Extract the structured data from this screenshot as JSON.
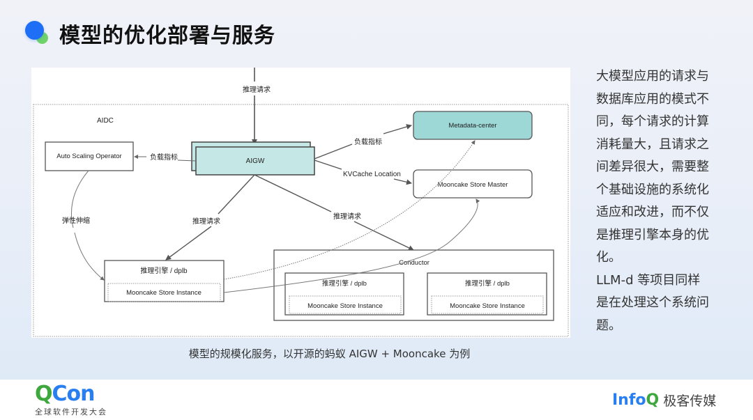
{
  "slide": {
    "title": "模型的优化部署与服务",
    "caption": "模型的规模化服务，以开源的蚂蚁 AIGW + Mooncake 为例"
  },
  "diagram": {
    "region_label": "AIDC",
    "nodes": {
      "aigw": "AIGW",
      "auto_scaling": "Auto Scaling Operator",
      "metadata_center": "Metadata-center",
      "mooncake_master": "Mooncake Store Master",
      "engine_left": "推理引擎 / dplb",
      "engine_left_instance": "Mooncake Store Instance",
      "conductor": "Conductor",
      "engine_mid": "推理引擎 / dplb",
      "engine_mid_instance": "Mooncake Store Instance",
      "engine_right": "推理引擎 / dplb",
      "engine_right_instance": "Mooncake Store Instance"
    },
    "edges": {
      "incoming_request": "推理请求",
      "aigw_to_autoscaling": "负载指标",
      "aigw_to_metadata": "负载指标",
      "aigw_to_master": "KVCache Location",
      "autoscaling_to_engine": "弹性伸缩",
      "aigw_to_engine_left": "推理请求",
      "aigw_to_conductor": "推理请求"
    },
    "colors": {
      "aigw_fill": "#c5e7e5",
      "metadata_fill": "#9dd7d6",
      "stroke": "#555555"
    }
  },
  "side_text": {
    "paragraph1": "大模型应用的请求与数据库应用的模式不同，每个请求的计算消耗量大，且请求之间差异很大，需要整个基础设施的系统化适应和改进，而不仅是推理引擎本身的优化。",
    "paragraph1_lines": [
      "大模型应用的请求与",
      "数据库应用的模式不",
      "同，每个请求的计算",
      "消耗量大，且请求之",
      "间差异很大，需要整",
      "个基础设施的系统化",
      "适应和改进，而不仅",
      "是推理引擎本身的优",
      "化。"
    ],
    "paragraph2_lines": [
      "LLM-d 等项目同样",
      "是在处理这个系统问",
      "题。"
    ]
  },
  "footer": {
    "qcon_q": "Q",
    "qcon_con": "Con",
    "qcon_sub": "全球软件开发大会",
    "infoq_info": "Info",
    "infoq_q": "Q",
    "infoq_cn": "极客传媒"
  }
}
